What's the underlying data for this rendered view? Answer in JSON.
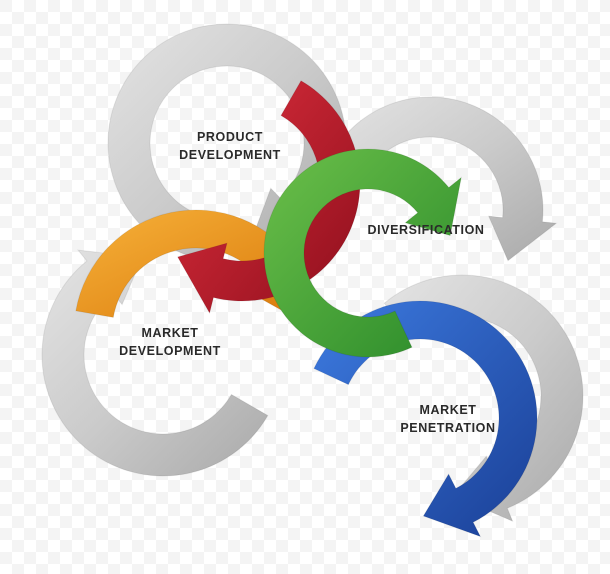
{
  "labels": {
    "product": [
      "PRODUCT",
      "DEVELOPMENT"
    ],
    "diversification": [
      "DIVERSIFICATION"
    ],
    "market_development": [
      "MARKET",
      "DEVELOPMENT"
    ],
    "market_penetration": [
      "MARKET",
      "PENETRATION"
    ]
  },
  "colors": {
    "ring_gray": "#c8c8c8",
    "red": "#c0182a",
    "orange": "#e8920f",
    "green": "#3fa535",
    "blue": "#2458b8",
    "text": "#2a2a2a"
  }
}
